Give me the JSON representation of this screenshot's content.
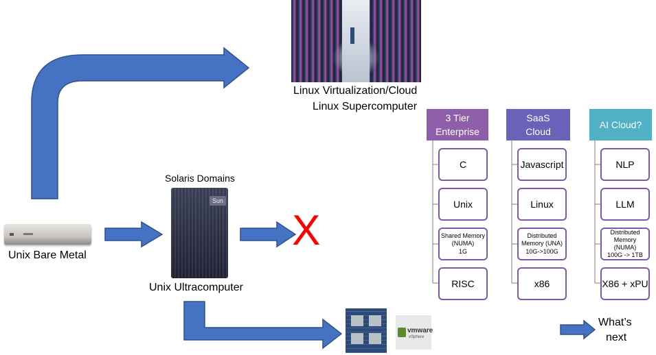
{
  "colors": {
    "arrow_fill": "#4672c4",
    "arrow_stroke": "#2f528f",
    "x_mark": "#ff0000",
    "col1_header": "#8e5fa8",
    "col2_header": "#6a61b8",
    "col3_header": "#4fb0c6",
    "leaf_border": "#7d5aa6"
  },
  "labels": {
    "linux_cloud_line1": "Linux Virtualization/Cloud",
    "linux_cloud_line2": "Linux Supercomputer",
    "solaris_domains": "Solaris Domains",
    "unix_bare_metal": "Unix Bare Metal",
    "unix_ultracomputer": "Unix Ultracomputer",
    "x_mark": "X",
    "whats_next_line1": "What’s",
    "whats_next_line2": "next",
    "vmware_logo": "vmware",
    "vmware_sub": "vSphere",
    "sun_logo": "Sun"
  },
  "columns": [
    {
      "header": "3 Tier\nEnterprise",
      "items": [
        "C",
        "Unix",
        "Shared Memory\n(NUMA)\n1G",
        "RISC"
      ]
    },
    {
      "header": "SaaS\nCloud",
      "items": [
        "Javascript",
        "Linux",
        "Distributed\nMemory (UNA)\n10G->100G",
        "x86"
      ]
    },
    {
      "header": "AI Cloud?",
      "items": [
        "NLP",
        "LLM",
        "Distributed\nMemory\n(NUMA)\n100G -> 1TB",
        "X86 + xPU"
      ]
    }
  ]
}
